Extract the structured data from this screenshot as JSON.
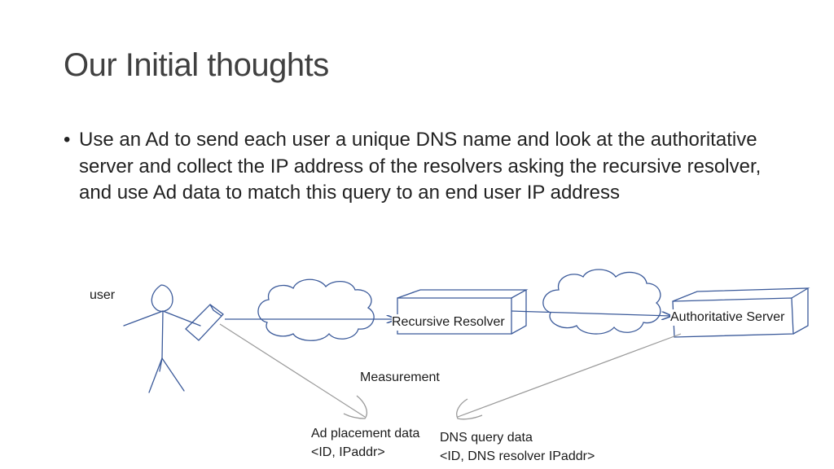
{
  "slide": {
    "title": "Our Initial thoughts",
    "bullet_symbol": "•",
    "bullet_text": "Use an Ad to send each user a unique DNS name and look at the authoritative server and collect the IP address of the resolvers asking the recursive resolver, and use Ad data to match this query to an end user IP address"
  },
  "diagram": {
    "user_label": "user",
    "recursive_resolver_label": "Recursive Resolver",
    "authoritative_server_label": "Authoritative Server",
    "measurement_label": "Measurement",
    "ad_placement_line1": "Ad placement data",
    "ad_placement_line2": "<ID, IPaddr>",
    "dns_query_line1": "DNS query data",
    "dns_query_line2": "<ID, DNS resolver IPaddr>",
    "ink_color": "#3b5a9a",
    "gray_line_color": "#9a9a9a"
  }
}
